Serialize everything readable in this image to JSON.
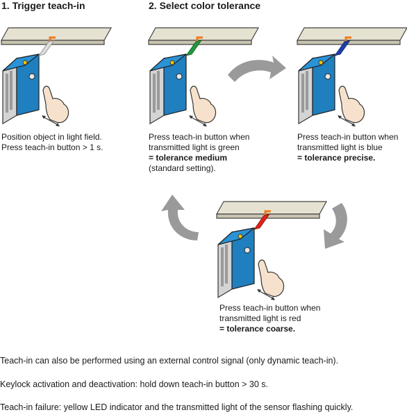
{
  "headings": {
    "step1": "1. Trigger teach-in",
    "step2": "2. Select color tolerance"
  },
  "colors": {
    "rail": "#d8d4c4",
    "rail_stroke": "#555555",
    "sensor_blue": "#1f7fbf",
    "sensor_gray": "#c8c8c8",
    "reflector": "#ee7a1a",
    "arrow_gray": "#9a9a9a",
    "light_white": "#dcdcdc",
    "light_green": "#1e9a3c",
    "light_blue": "#1d3fa8",
    "light_red": "#e32219"
  },
  "panels": [
    {
      "beam_color": "#dcdcdc",
      "beam_icon": "white-light-beam"
    },
    {
      "beam_color": "#1e9a3c",
      "beam_icon": "green-light-beam"
    },
    {
      "beam_color": "#1d3fa8",
      "beam_icon": "blue-light-beam"
    },
    {
      "beam_color": "#e32219",
      "beam_icon": "red-light-beam"
    }
  ],
  "captions": {
    "c1": {
      "line1": "Position object in light field.",
      "line2": "Press teach-in button > 1 s."
    },
    "c2": {
      "line1": "Press teach-in button when",
      "line2": "transmitted light is green",
      "bold": "= tolerance medium",
      "line4": "(standard setting)."
    },
    "c3": {
      "line1": "Press teach-in button when",
      "line2": "transmitted light is blue",
      "bold": "= tolerance precise."
    },
    "c4": {
      "line1": "Press teach-in button when",
      "line2": "transmitted light is red",
      "bold": "= tolerance coarse."
    }
  },
  "notes": [
    "Teach-in can also be performed using an external control signal (only dynamic teach-in).",
    "Keylock activation and deactivation: hold down teach-in button > 30 s.",
    "Teach-in failure: yellow LED indicator and the transmitted light of the sensor flashing quickly."
  ]
}
